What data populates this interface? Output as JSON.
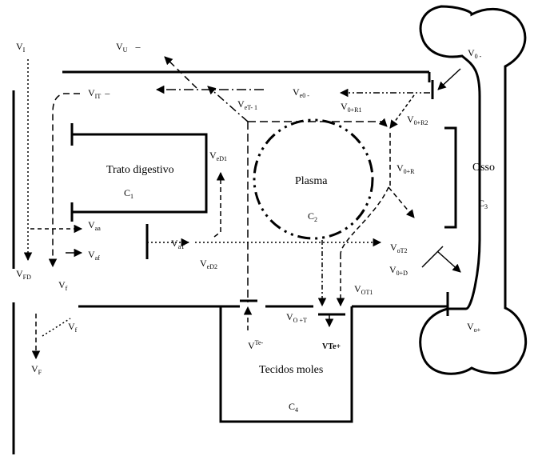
{
  "compartments": {
    "digestive": {
      "name": "Trato digestivo",
      "symbol": "C",
      "index": "1"
    },
    "plasma": {
      "name": "Plasma",
      "symbol": "C",
      "index": "2"
    },
    "bone": {
      "name": "Osso",
      "symbol": "C",
      "index": "3"
    },
    "soft_tissue": {
      "name": "Tecidos moles",
      "symbol": "C",
      "index": "4"
    }
  },
  "flows": {
    "vi": {
      "main": "V",
      "sub": "I"
    },
    "vu": {
      "main": "V",
      "sub": "U",
      "suffix": "–"
    },
    "vit": {
      "main": "V",
      "sub": "IT",
      "suffix": "–"
    },
    "vet1": {
      "main": "V",
      "sub": "eT- 1"
    },
    "ve0": {
      "main": "V",
      "sub": "e0 -"
    },
    "v0r1": {
      "main": "V",
      "sub": "0+R1"
    },
    "v0r2": {
      "main": "V",
      "sub": "0+R2"
    },
    "v0minus": {
      "main": "V",
      "sub": "0 -"
    },
    "ved1": {
      "main": "V",
      "sub": "eD1"
    },
    "v0r": {
      "main": "V",
      "sub": "0+R"
    },
    "vaa": {
      "main": "V",
      "sub": "aa"
    },
    "vaf": {
      "main": "V",
      "sub": "af"
    },
    "vat": {
      "main": "V",
      "sub": "aT"
    },
    "ved2": {
      "main": "V",
      "sub": "eD2"
    },
    "vot2": {
      "main": "V",
      "sub": "oT2"
    },
    "v0d": {
      "main": "V",
      "sub": "0+D"
    },
    "vot1": {
      "main": "V",
      "sub": "OT1"
    },
    "vfd": {
      "main": "V",
      "sub": "FD"
    },
    "vf1": {
      "main": "V",
      "sub": "f"
    },
    "vf2": {
      "main": "V",
      "sub": "f"
    },
    "vF": {
      "main": "V",
      "sub": "F"
    },
    "vot": {
      "main": "V",
      "sub": "O +T"
    },
    "vte_minus": {
      "main": "V",
      "sup": "Te-"
    },
    "vte_plus": {
      "text": "VTe+"
    },
    "voplus": {
      "main": "V",
      "sub": "o+"
    }
  }
}
